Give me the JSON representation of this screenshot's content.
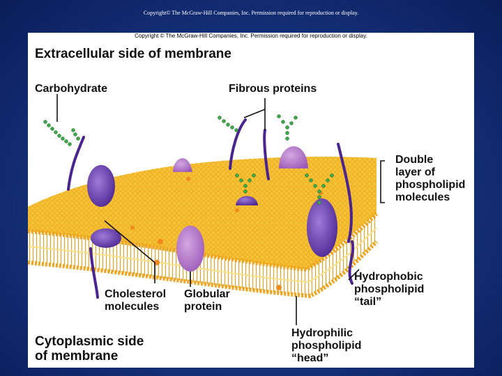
{
  "slide_copyright": "Copyright© The McGraw-Hill Companies, Inc. Permission required for reproduction or display.",
  "panel_copyright": "Copyright © The McGraw-Hill Companies, Inc. Permission required for reproduction or display.",
  "labels": {
    "extracellular": "Extracellular side of membrane",
    "carbohydrate": "Carbohydrate",
    "fibrous": "Fibrous proteins",
    "double_layer": [
      "Double",
      "layer of",
      "phospholipid",
      "molecules"
    ],
    "hydrophobic": [
      "Hydrophobic",
      "phospholipid",
      "“tail”"
    ],
    "cholesterol": [
      "Cholesterol",
      "molecules"
    ],
    "globular": [
      "Globular",
      "protein"
    ],
    "hydrophilic": [
      "Hydrophilic",
      "phospholipid",
      "“head”"
    ],
    "cytoplasmic": [
      "Cytoplasmic side",
      "of membrane"
    ]
  },
  "colors": {
    "membrane_top": "#f7c93a",
    "membrane_edge": "#f0a420",
    "protein_purple": "#6a3fb0",
    "protein_light": "#b07ac8",
    "carb_green": "#3fa84a",
    "cholesterol": "#f08a1c"
  }
}
